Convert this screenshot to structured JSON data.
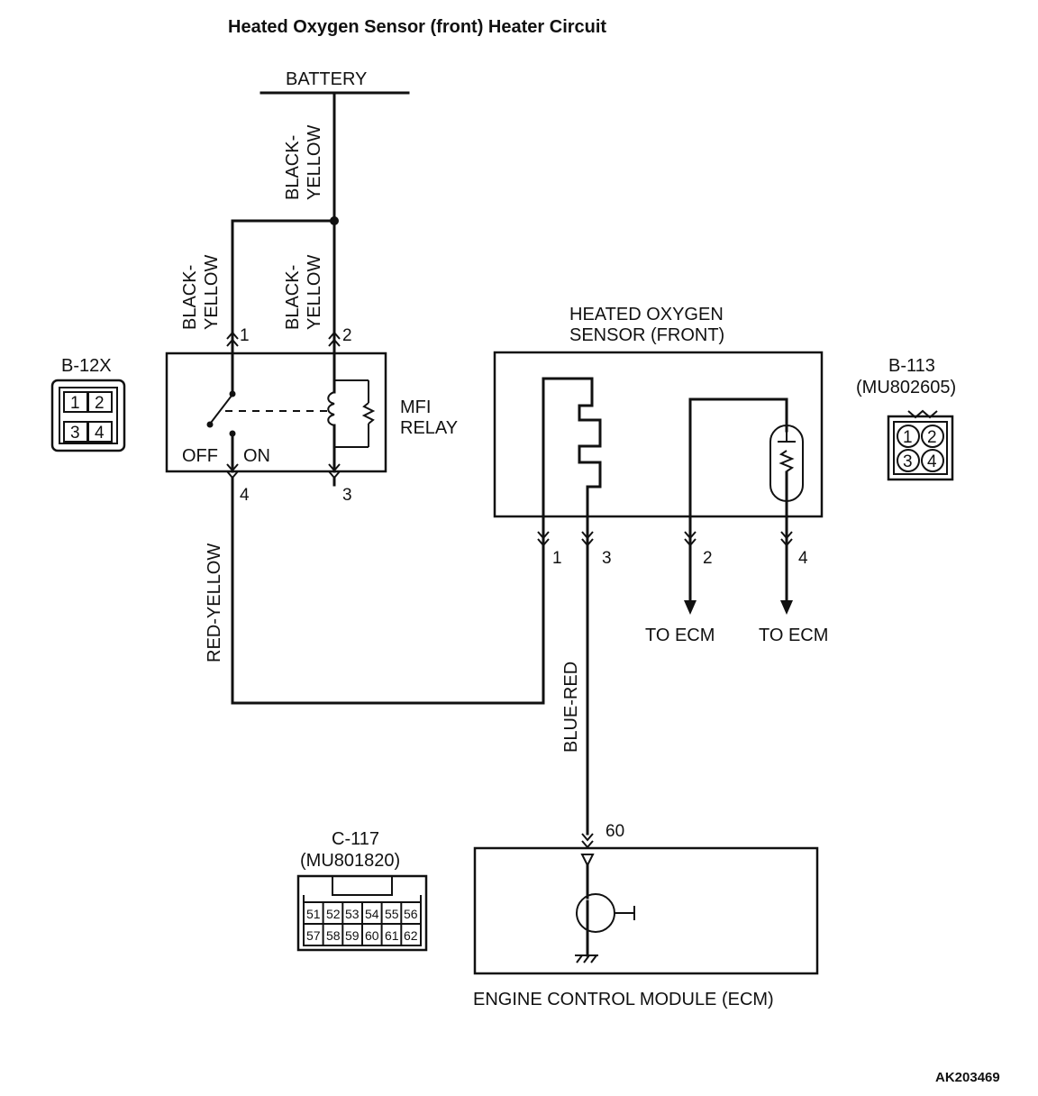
{
  "title": "Heated Oxygen Sensor (front)  Heater Circuit",
  "battery_label": "BATTERY",
  "wires": {
    "battery_feed": [
      "BLACK-",
      "YELLOW"
    ],
    "relay_pin1": [
      "BLACK-",
      "YELLOW"
    ],
    "relay_pin2": [
      "BLACK-",
      "YELLOW"
    ],
    "relay_to_sensor": "RED-YELLOW",
    "sensor_to_ecm": "BLUE-RED"
  },
  "relay": {
    "name": [
      "MFI",
      "RELAY"
    ],
    "off_label": "OFF",
    "on_label": "ON",
    "pins": [
      "1",
      "2",
      "4",
      "3"
    ]
  },
  "connector_b12x": {
    "label": "B-12X",
    "pins": [
      "1",
      "2",
      "3",
      "4"
    ]
  },
  "connector_b113": {
    "label": "B-113",
    "part": "(MU802605)",
    "pins": [
      "1",
      "2",
      "3",
      "4"
    ]
  },
  "sensor": {
    "name": [
      "HEATED OXYGEN",
      "SENSOR (FRONT)"
    ],
    "pins": [
      "1",
      "3",
      "2",
      "4"
    ],
    "to_ecm": [
      "TO ECM",
      "TO ECM"
    ]
  },
  "connector_c117": {
    "label": "C-117",
    "part": "(MU801820)",
    "row1": [
      "51",
      "52",
      "53",
      "54",
      "55",
      "56"
    ],
    "row2": [
      "57",
      "58",
      "59",
      "60",
      "61",
      "62"
    ]
  },
  "ecm": {
    "pin": "60",
    "name": "ENGINE CONTROL MODULE (ECM)"
  },
  "figure_id": "AK203469"
}
